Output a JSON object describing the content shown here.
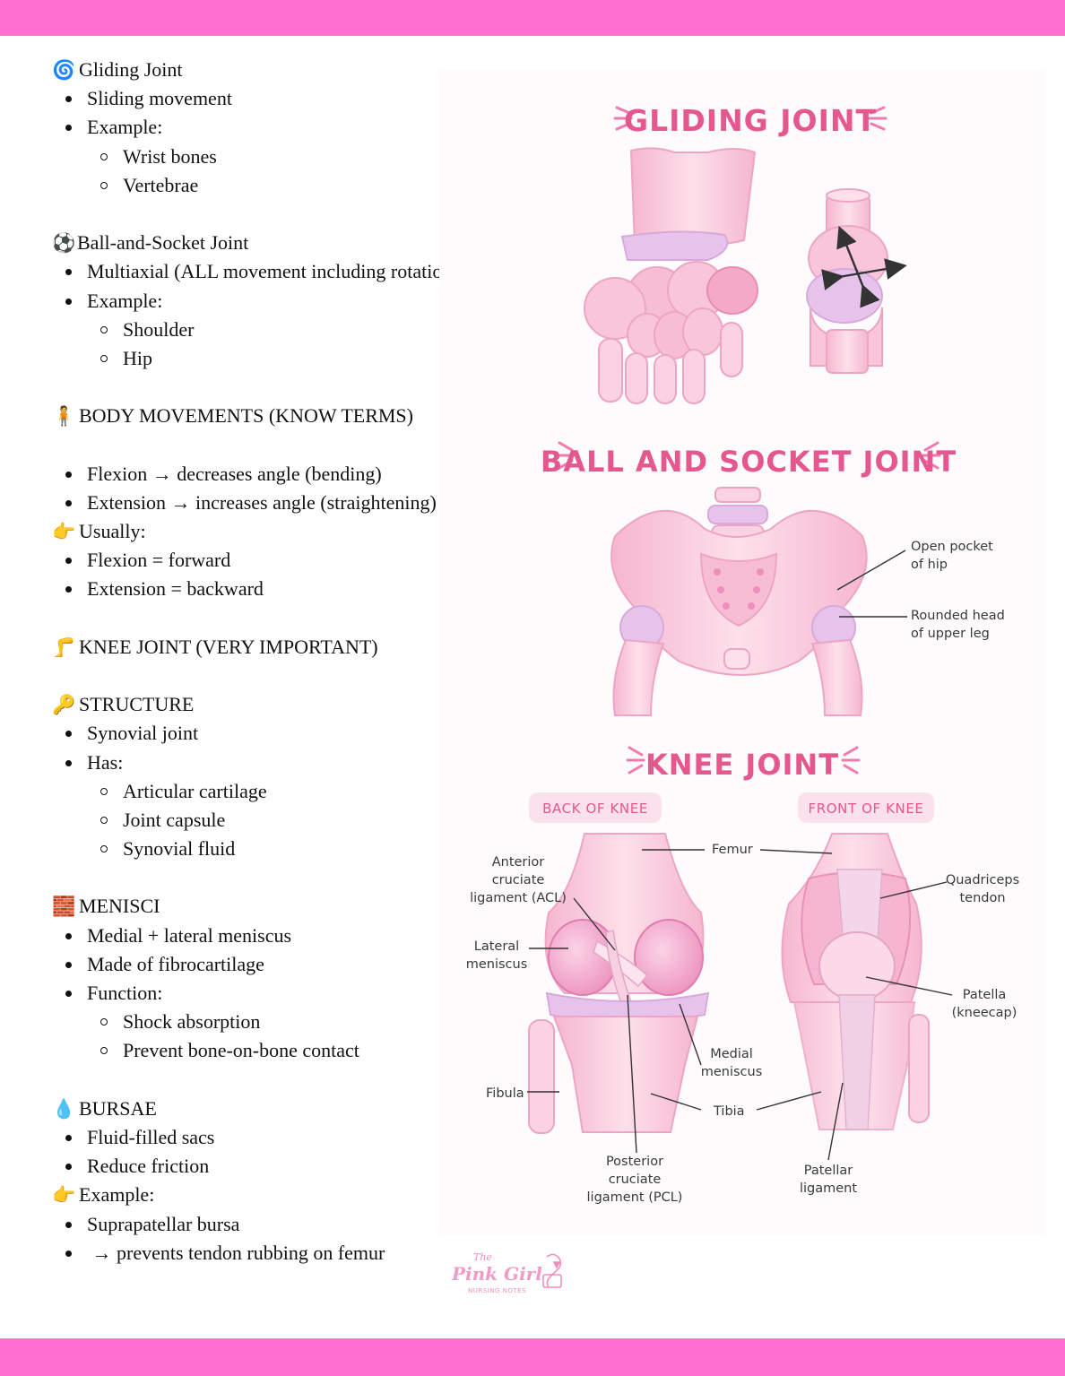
{
  "notes": {
    "gliding": {
      "icon": "cyclone-icon",
      "title": "Gliding Joint",
      "items": [
        "Sliding movement",
        "Example:"
      ],
      "examples": [
        "Wrist bones",
        "Vertebrae"
      ]
    },
    "ball_socket": {
      "icon": "soccer-ball-icon",
      "title": "Ball-and-Socket Joint",
      "items": [
        "Multiaxial (ALL movement including rotation)",
        "Example:"
      ],
      "examples": [
        "Shoulder",
        "Hip"
      ]
    },
    "body_movements": {
      "icon": "person-standing-icon",
      "title": "BODY MOVEMENTS (KNOW TERMS)",
      "items": [
        "Flexion → decreases angle (bending)",
        "Extension → increases angle (straightening)"
      ],
      "usually_icon": "pointing-hand-icon",
      "usually_label": "Usually:",
      "usually_items": [
        "Flexion = forward",
        "Extension = backward"
      ]
    },
    "knee": {
      "icon": "leg-icon",
      "title": "KNEE JOINT (VERY IMPORTANT)"
    },
    "structure": {
      "icon": "key-icon",
      "title": "STRUCTURE",
      "items": [
        "Synovial joint",
        "Has:"
      ],
      "has": [
        "Articular cartilage",
        "Joint capsule",
        "Synovial fluid"
      ]
    },
    "menisci": {
      "icon": "brick-icon",
      "title": "MENISCI",
      "items": [
        "Medial + lateral meniscus",
        "Made of fibrocartilage",
        "Function:"
      ],
      "functions": [
        "Shock absorption",
        "Prevent bone-on-bone contact"
      ]
    },
    "bursae": {
      "icon": "droplet-icon",
      "title": "BURSAE",
      "items": [
        "Fluid-filled sacs",
        "Reduce friction"
      ],
      "example_icon": "pointing-hand-icon",
      "example_label": "Example:",
      "example_items": [
        "Suprapatellar bursa",
        " → prevents tendon rubbing on femur"
      ]
    }
  },
  "figure": {
    "gliding_title": "GLIDING JOINT",
    "ball_title": "BALL AND SOCKET JOINT",
    "ball_labels": {
      "open_pocket_1": "Open pocket",
      "open_pocket_2": "of hip",
      "rounded_head_1": "Rounded head",
      "rounded_head_2": "of upper leg"
    },
    "knee_title": "KNEE JOINT",
    "back_label": "BACK OF KNEE",
    "front_label": "FRONT OF KNEE",
    "knee_labels": {
      "acl_1": "Anterior",
      "acl_2": "cruciate",
      "acl_3": "ligament (ACL)",
      "femur": "Femur",
      "quad_1": "Quadriceps",
      "quad_2": "tendon",
      "lat_men_1": "Lateral",
      "lat_men_2": "meniscus",
      "patella_1": "Patella",
      "patella_2": "(kneecap)",
      "med_men_1": "Medial",
      "med_men_2": "meniscus",
      "fibula": "Fibula",
      "tibia": "Tibia",
      "pcl_1": "Posterior",
      "pcl_2": "cruciate",
      "pcl_3": "ligament (PCL)",
      "pat_lig_1": "Patellar",
      "pat_lig_2": "ligament"
    }
  },
  "logo": {
    "line1": "The",
    "line2": "Pink Girl",
    "line3": "NURSING NOTES"
  },
  "colors": {
    "band": "#ff6fd0",
    "title_pink": "#e4578f",
    "bone": "#f9c9dc",
    "bone_dark": "#f2a3c4",
    "cartilage": "#e9c8ec"
  }
}
